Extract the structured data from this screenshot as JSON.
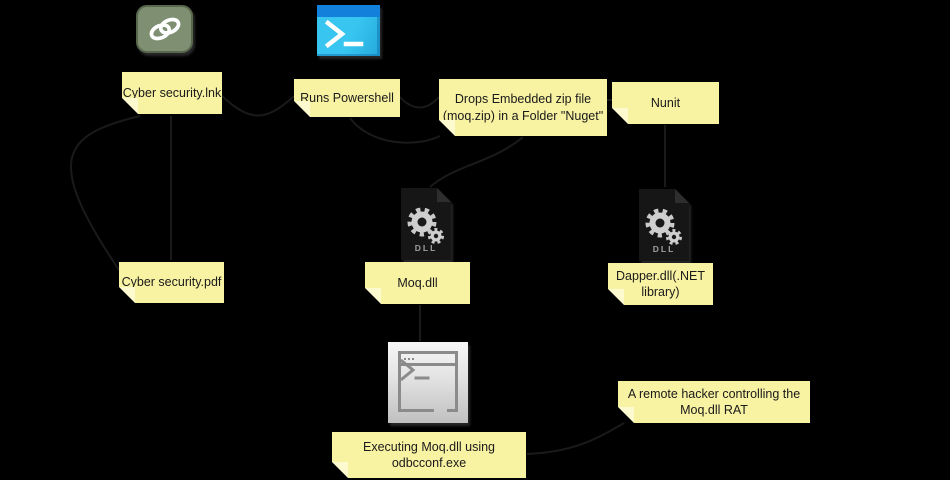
{
  "diagram": {
    "background": "#000000",
    "notes": [
      {
        "id": "cyber-security-lnk",
        "label": "Cyber security.lnk"
      },
      {
        "id": "runs-powershell",
        "label": "Runs Powershell"
      },
      {
        "id": "drops-zip",
        "label": "Drops Embedded zip file\n(moq.zip) in a Folder \"Nuget\""
      },
      {
        "id": "nunit",
        "label": "Nunit"
      },
      {
        "id": "cyber-security-pdf",
        "label": "Cyber security.pdf"
      },
      {
        "id": "moq-dll",
        "label": "Moq.dll"
      },
      {
        "id": "dapper-dll",
        "label": "Dapper.dll(.NET\nlibrary)"
      },
      {
        "id": "exec-odbcconf",
        "label": "Executing Moq.dll using\nodbcconf.exe"
      },
      {
        "id": "remote-hacker",
        "label": "A remote hacker controlling the\nMoq.dll RAT"
      }
    ],
    "icons": {
      "link": {
        "name": "shortcut-link-icon",
        "bg": "#7E8F72"
      },
      "powershell": {
        "name": "powershell-terminal-icon",
        "header": "#1380DB",
        "body": "#38C6F0"
      },
      "dll": {
        "label": "DLL",
        "body": "#161616",
        "gear": "#C9C9C9"
      },
      "terminal": {
        "name": "console-window-icon",
        "frame": "#8B8B8B"
      }
    },
    "colors": {
      "note_fill": "#F8F2A3",
      "note_fold": "#FDFAD0",
      "note_text": "#1A1A1A",
      "connector": "#1A1A1A"
    }
  }
}
